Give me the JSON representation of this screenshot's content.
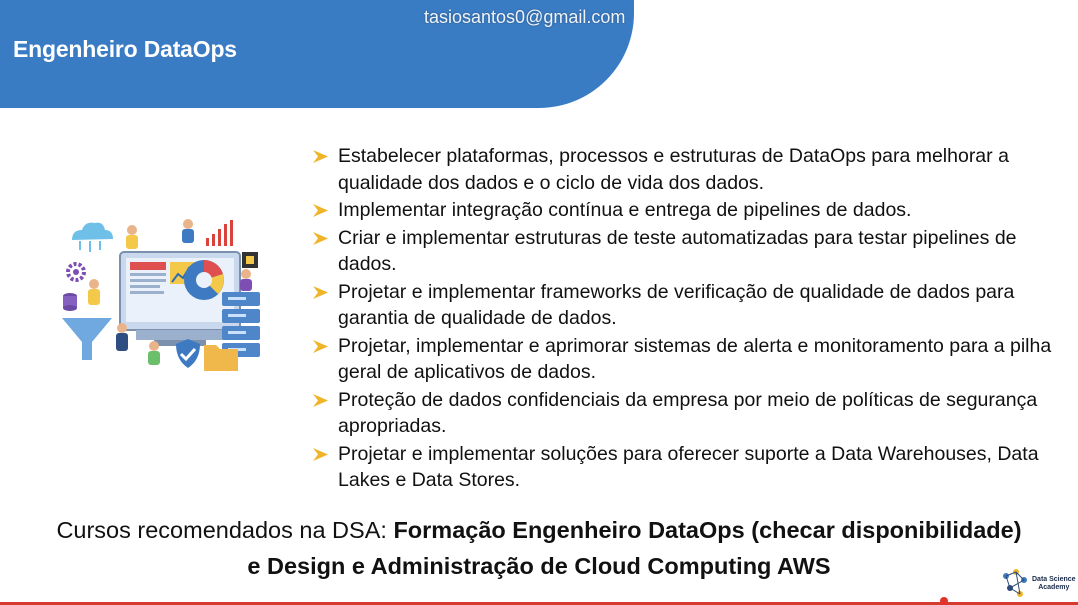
{
  "header": {
    "title": "Engenheiro DataOps",
    "watermark": "tasiosantos0@gmail.com",
    "accent_color": "#3a7cc4"
  },
  "bullets": [
    "Estabelecer plataformas, processos e estruturas de DataOps para melhorar a qualidade dos dados e o ciclo de vida dos dados.",
    "Implementar integração contínua e entrega de pipelines de dados.",
    "Criar e implementar estruturas de teste automatizadas para testar pipelines de dados.",
    "Projetar e implementar frameworks de verificação de qualidade de dados para garantia de qualidade de dados.",
    "Projetar, implementar e aprimorar sistemas de alerta e monitoramento para a pilha geral de aplicativos de dados.",
    "Proteção de dados confidenciais da empresa por meio de políticas de segurança apropriadas.",
    "Projetar e implementar soluções para oferecer suporte a Data Warehouses, Data Lakes e Data Stores."
  ],
  "bullet_icon": "arrow-bullet-icon",
  "bullet_color": "#f0b429",
  "recommendation": {
    "prefix": "Cursos recomendados na DSA: ",
    "course_1": "Formação Engenheiro DataOps (checar disponibilidade)",
    "course_2": "e Design e Administração de Cloud Computing AWS"
  },
  "logo": {
    "line1": "Data Science",
    "line2": "Academy"
  },
  "illustration_icon": "dataops-illustration-icon"
}
